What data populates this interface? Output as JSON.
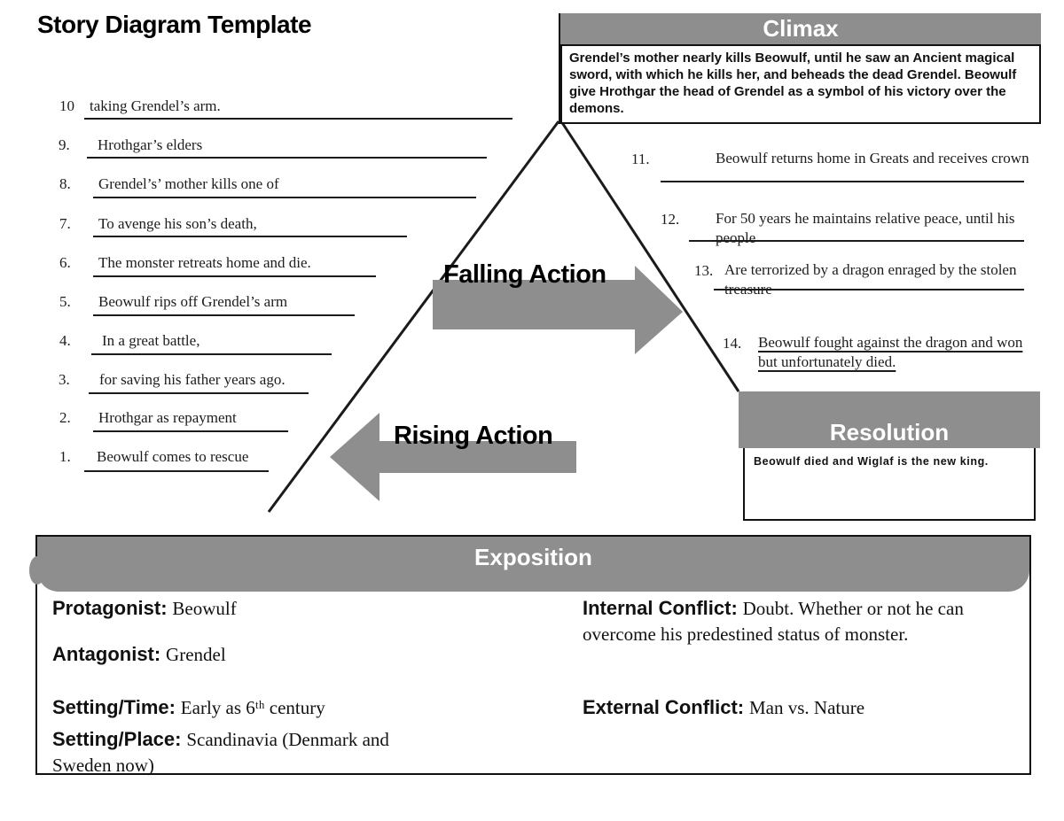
{
  "title": "Story Diagram Template",
  "climax": {
    "label": "Climax",
    "text": "Grendel’s mother nearly kills Beowulf, until he saw an Ancient magical sword, with which he kills her, and beheads the dead Grendel. Beowulf give Hrothgar the head of Grendel as a symbol of his victory over the demons."
  },
  "falling_action_label": "Falling Action",
  "rising_action_label": "Rising Action",
  "rising_items": [
    {
      "num": "10",
      "text": "taking Grendel’s arm."
    },
    {
      "num": "9.",
      "text": "Hrothgar’s elders"
    },
    {
      "num": "8.",
      "text": "Grendel’s’ mother kills one of"
    },
    {
      "num": "7.",
      "text": "To avenge his son’s death,"
    },
    {
      "num": "6.",
      "text": "The monster retreats home and die."
    },
    {
      "num": "5.",
      "text": "Beowulf rips off Grendel’s arm"
    },
    {
      "num": "4.",
      "text": "In a great battle,"
    },
    {
      "num": "3.",
      "text": "for saving his father years ago."
    },
    {
      "num": "2.",
      "text": "Hrothgar as repayment"
    },
    {
      "num": "1.",
      "text": "Beowulf comes to rescue"
    }
  ],
  "falling_items": [
    {
      "num": "11.",
      "text": "Beowulf returns home in Greats and receives crown"
    },
    {
      "num": "12.",
      "text": "For 50 years he maintains relative peace, until his people"
    },
    {
      "num": "13.",
      "text": "Are terrorized by a dragon enraged by the stolen treasure"
    },
    {
      "num": "14.",
      "text": "Beowulf fought against the dragon and won but unfortunately died."
    }
  ],
  "resolution": {
    "label": "Resolution",
    "text": "Beowulf died and Wiglaf is the new king."
  },
  "exposition": {
    "label": "Exposition",
    "fields_left": [
      {
        "label": "Protagonist:",
        "value": "Beowulf"
      },
      {
        "label": "Antagonist:",
        "value": "Grendel"
      },
      {
        "label": "Setting/Time:",
        "value": "Early as 6ᵗʰ century"
      },
      {
        "label": "Setting/Place:",
        "value": "Scandinavia (Denmark and Sweden now)"
      }
    ],
    "fields_right": [
      {
        "label": "Internal Conflict:",
        "value": "Doubt. Whether or not he can overcome his predestined status of monster."
      },
      {
        "label": "External Conflict:",
        "value": "Man vs. Nature"
      }
    ]
  },
  "colors": {
    "gray": "#8e8e8e",
    "line": "#1b1b1b"
  }
}
